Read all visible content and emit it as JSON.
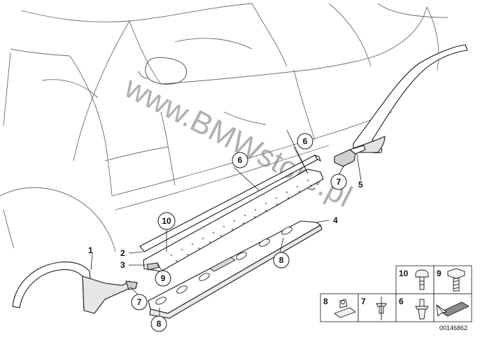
{
  "watermark": "www.BMWstore.pl",
  "diagram_number": "00146862",
  "colors": {
    "line": "#1a1a1a",
    "body_outline": "#6a6a6a",
    "shade": "#d6d6d6"
  },
  "callouts": {
    "c1": "1",
    "c2": "2",
    "c3": "3",
    "c4": "4",
    "c5": "5",
    "c6a": "6",
    "c6b": "6",
    "c7a": "7",
    "c7b": "7",
    "c8a": "8",
    "c8b": "8",
    "c9": "9",
    "c10": "10"
  },
  "legend": {
    "r1": [
      {
        "num": "10",
        "icon": "mushroom-clip-icon"
      },
      {
        "num": "9",
        "icon": "hex-bolt-icon"
      }
    ],
    "r2": [
      {
        "num": "8",
        "icon": "clip-holder-icon"
      },
      {
        "num": "7",
        "icon": "blind-rivet-icon"
      },
      {
        "num": "6",
        "icon": "expansion-rivet-icon"
      },
      {
        "num": "",
        "icon": "arrow-tape-icon"
      }
    ]
  }
}
